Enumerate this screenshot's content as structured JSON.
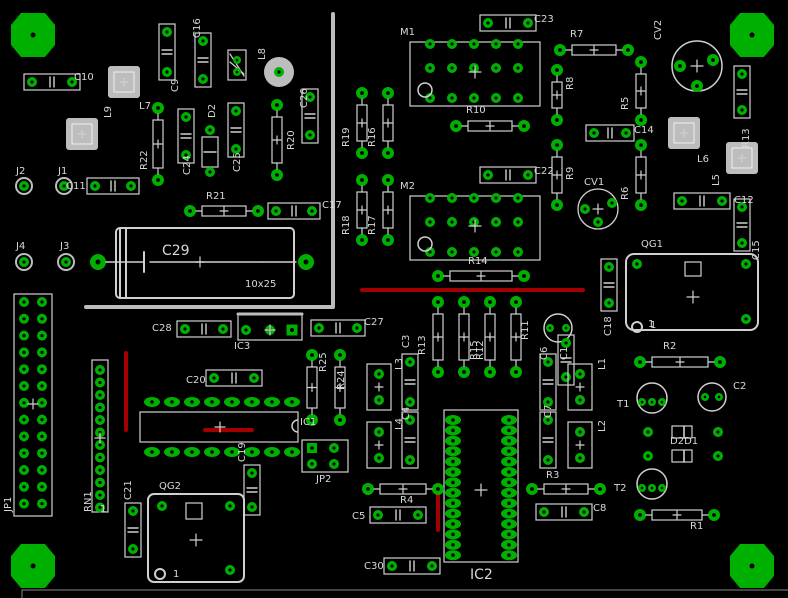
{
  "refdes": {
    "M1": "M1",
    "M2": "M2",
    "C23": "C23",
    "C22": "C22",
    "R7": "R7",
    "CV2": "CV2",
    "R8": "R8",
    "R5": "R5",
    "R9": "R9",
    "R6": "R6",
    "C14": "C14",
    "L6": "L6",
    "L5": "L5",
    "R13": "R13",
    "C12": "C12",
    "CV1": "CV1",
    "QG1": "QG1",
    "C15": "C15",
    "C18": "C18",
    "C10": "C10",
    "L7": "L7",
    "L9": "L9",
    "C9": "C9",
    "C16": "C16",
    "L8": "L8",
    "C26": "C26",
    "D2": "D2",
    "R22": "R22",
    "C24": "C24",
    "C25": "C25",
    "R20": "R20",
    "R10": "R10",
    "R19": "R19",
    "R16": "R16",
    "R18": "R18",
    "R17": "R17",
    "J2": "J2",
    "J1": "J1",
    "C11": "C11",
    "R21": "R21",
    "C17": "C17",
    "J4": "J4",
    "J3": "J3",
    "C29": "C29",
    "C29_size": "10x25",
    "R14": "R14",
    "C28": "C28",
    "IC3": "IC3",
    "C27": "C27",
    "C3": "C3",
    "R15": "R15",
    "R12": "R12",
    "R11": "R11",
    "C6": "C6",
    "C1": "C1",
    "R2": "R2",
    "C20": "C20",
    "R25": "R25",
    "R24": "R24",
    "L3": "L3",
    "C4": "C4",
    "L1": "L1",
    "T1": "T1",
    "C2": "C2",
    "IC1": "IC1",
    "C19": "C19",
    "L4": "L4",
    "C7": "C7",
    "L2": "L2",
    "D2D1": "D2D1",
    "JP2": "JP2",
    "R4": "R4",
    "R3": "R3",
    "T2": "T2",
    "RN1": "RN1",
    "JP1": "JP1",
    "C21": "C21",
    "QG2": "QG2",
    "C5": "C5",
    "C8": "C8",
    "R1": "R1",
    "C30": "C30",
    "IC2": "IC2",
    "one_a": "1",
    "one_b": "1",
    "one_c": "1",
    "one_d": "1"
  },
  "colors": {
    "background": "#000000",
    "pad": "#00b000",
    "silkscreen": "#d0d0d0",
    "trace": "#a00000",
    "drill": "#000000"
  }
}
